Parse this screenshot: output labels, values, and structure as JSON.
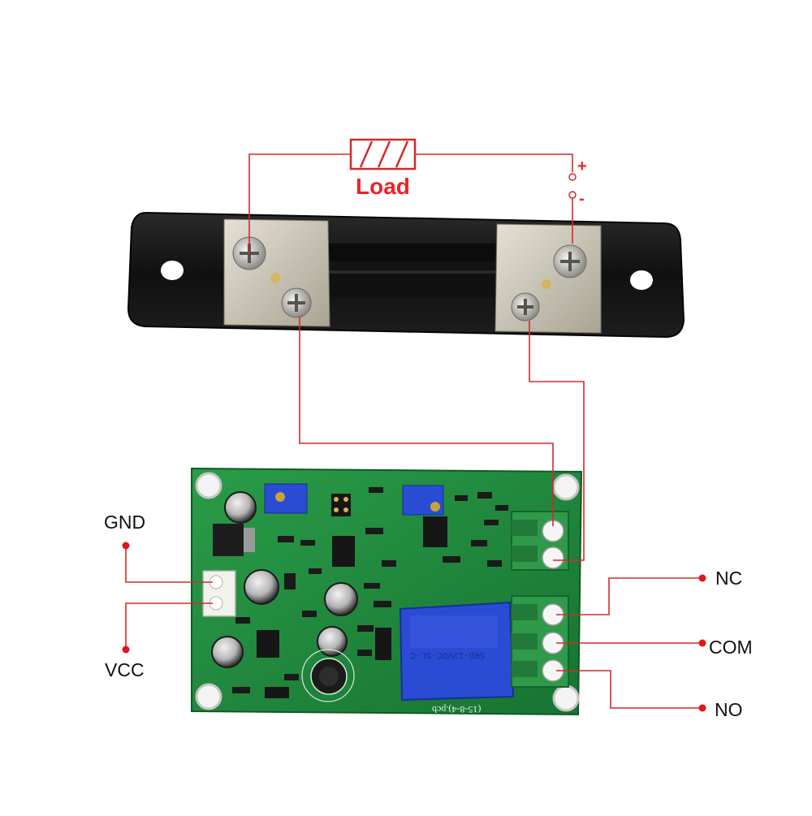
{
  "diagram": {
    "load_label": "Load",
    "plus_label": "+",
    "minus_label": "-",
    "gnd_label": "GND",
    "vcc_label": "VCC",
    "nc_label": "NC",
    "com_label": "COM",
    "no_label": "NO",
    "relay_marking": "SRD-12VDC-SL-C",
    "pcb_marking": "(15-8-4).pcb"
  },
  "colors": {
    "wire": "#d42a2a",
    "load_text": "#e8252b",
    "pcb_green": "#1f8a3c",
    "shunt_black": "#141414",
    "shunt_block": "#c9c4b6",
    "relay_blue": "#2a4bd4",
    "terminal_green": "#2e9a4a"
  }
}
